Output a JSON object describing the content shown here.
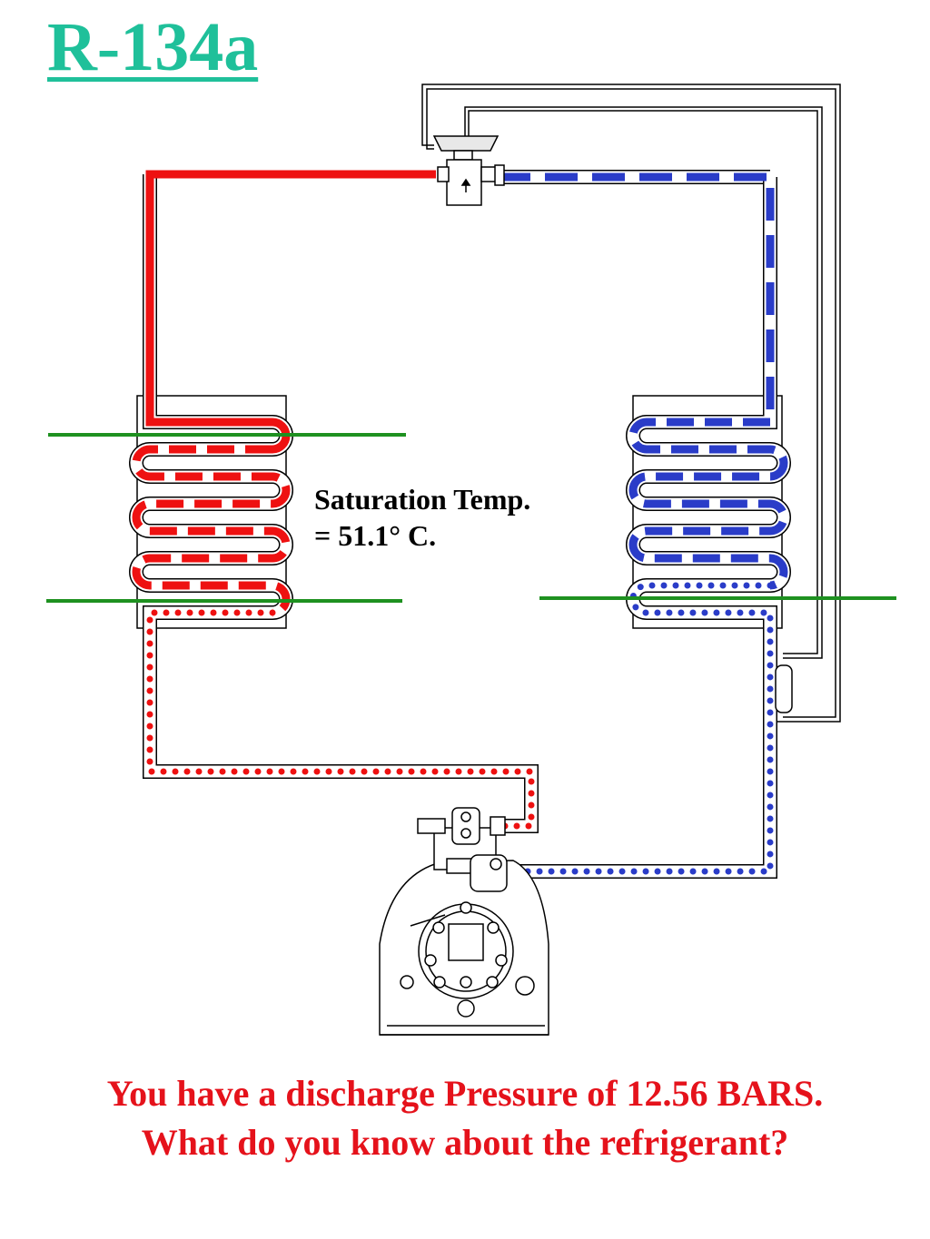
{
  "title": "R-134a",
  "saturation_label": {
    "line1": "Saturation Temp.",
    "line2": "= 51.1° C."
  },
  "question": {
    "line1": "You have a discharge Pressure of 12.56 BARS.",
    "line2": "What do you know about the refrigerant?"
  },
  "colors": {
    "title": "#1fc09a",
    "high_side": "#ee1111",
    "low_side": "#2a3cc8",
    "pressure_lines": "#1e9120",
    "question_text": "#e5121b"
  },
  "components": [
    "condenser",
    "evaporator",
    "expansion-valve",
    "compressor",
    "sensing-bulb"
  ]
}
